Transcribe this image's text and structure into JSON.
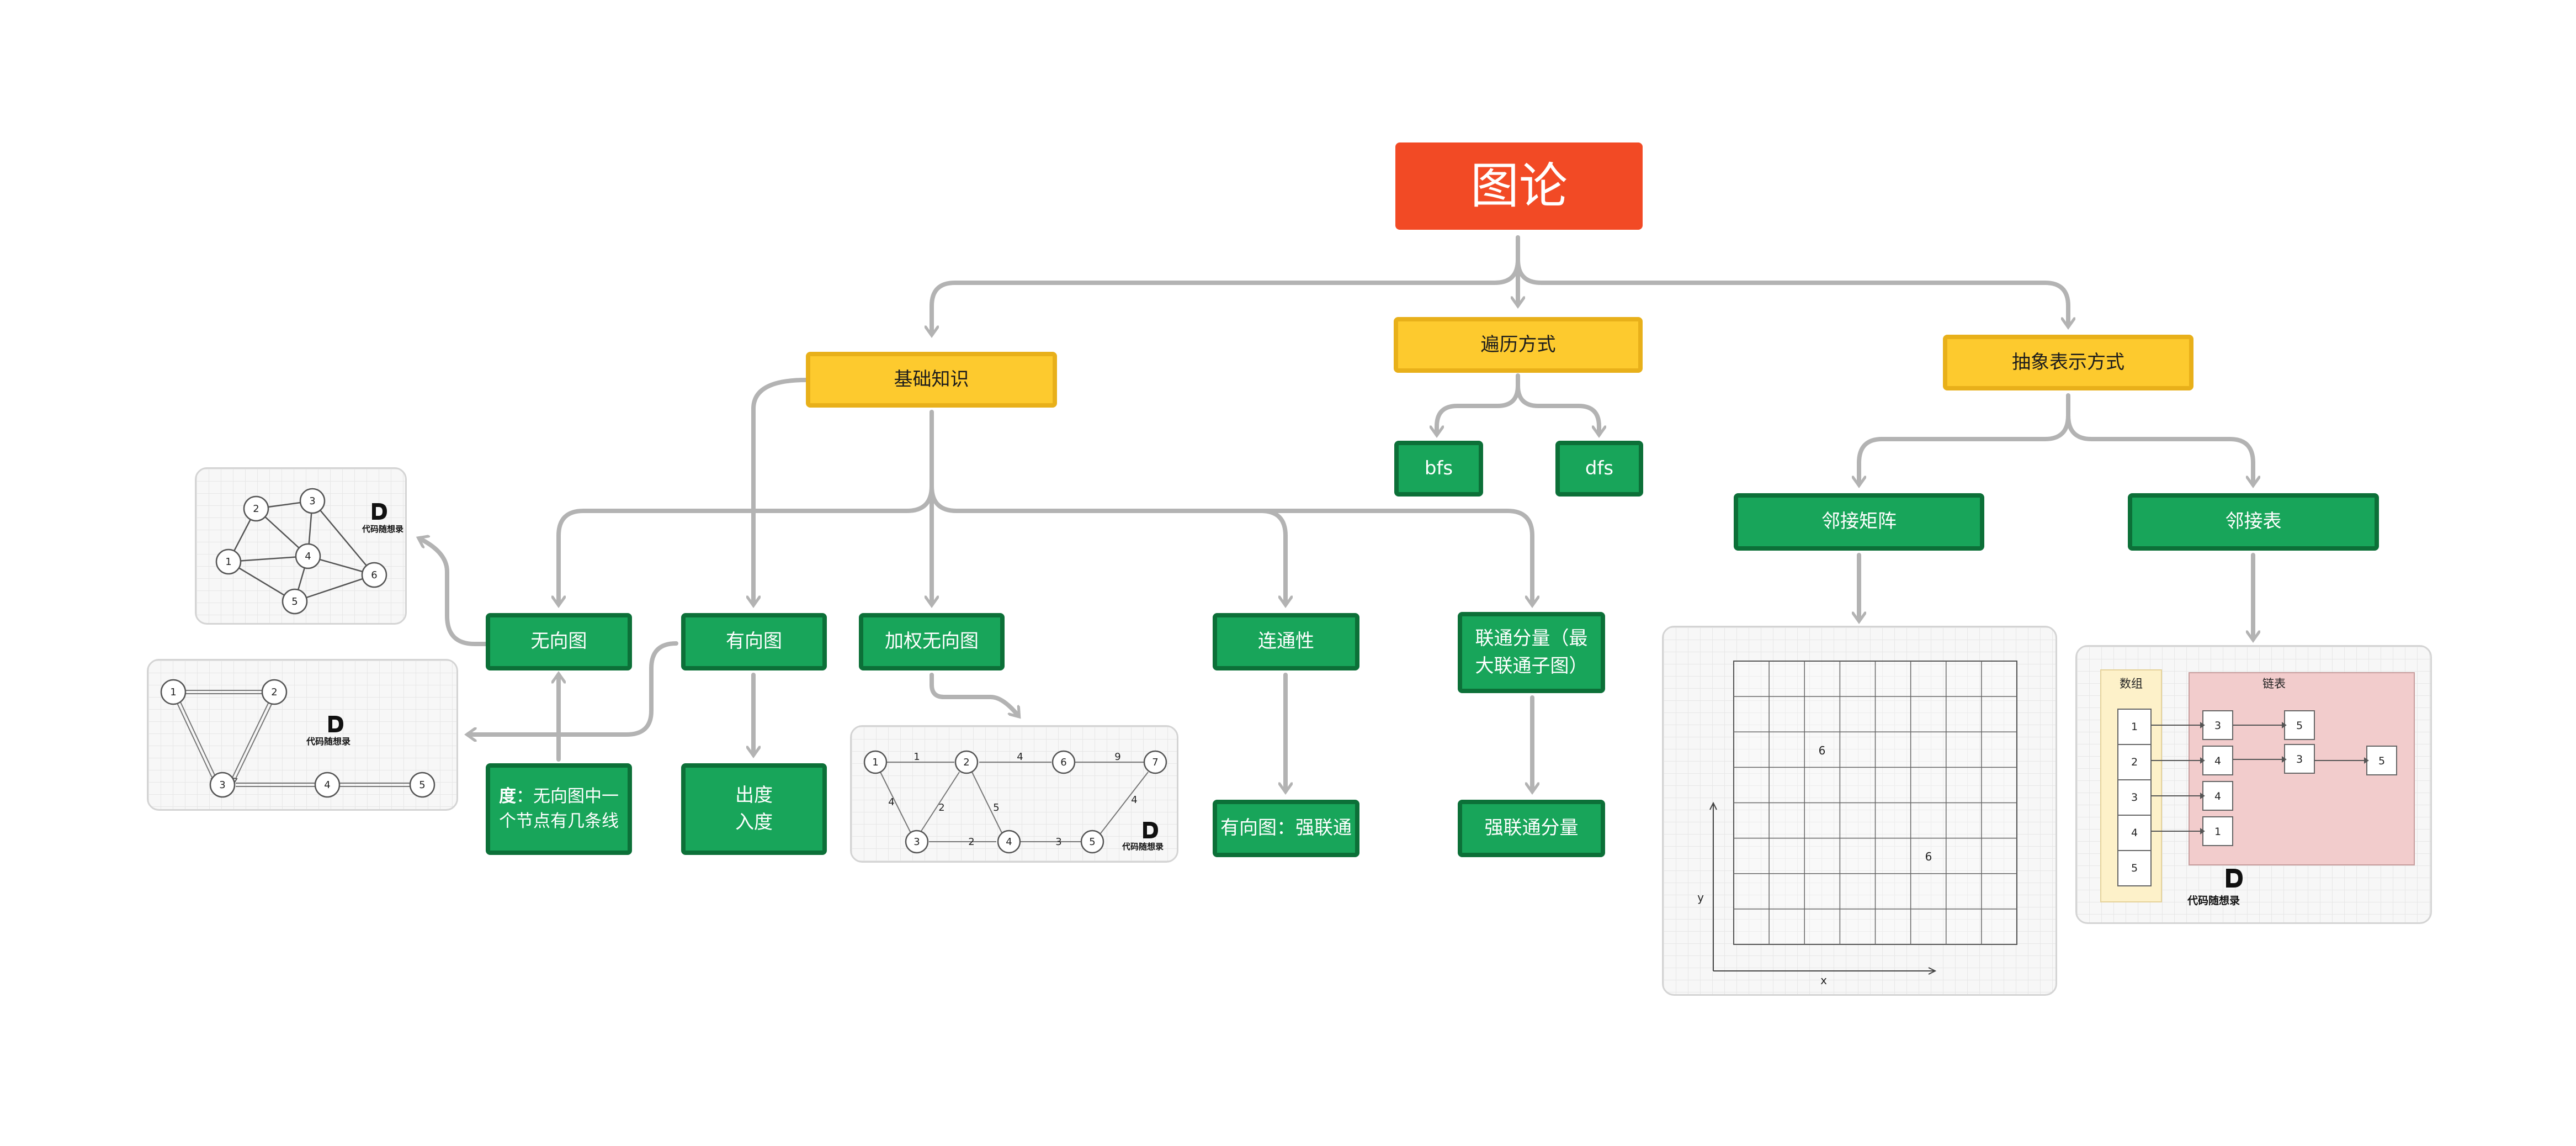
{
  "root": "图论",
  "categories": {
    "basics": "基础知识",
    "traversal": "遍历方式",
    "representation": "抽象表示方式"
  },
  "traversal_methods": [
    "bfs",
    "dfs"
  ],
  "basics_topics": {
    "undirected": "无向图",
    "directed": "有向图",
    "weighted": "加权无向图",
    "connectivity": "连通性",
    "components": "联通分量（最大联通子图）"
  },
  "details": {
    "degree_term": "度",
    "degree_text": "：无向图中一个节点有几条线",
    "out_degree": "出度",
    "in_degree": "入度",
    "strong": "有向图：强联通",
    "strong_components": "强联通分量"
  },
  "representations": {
    "matrix": "邻接矩阵",
    "list": "邻接表"
  },
  "watermark": "代码随想录",
  "undirected_example": {
    "nodes": [
      "1",
      "2",
      "3",
      "4",
      "5",
      "6"
    ]
  },
  "directed_example": {
    "nodes": [
      "1",
      "2",
      "3",
      "4",
      "5"
    ]
  },
  "weighted_example": {
    "nodes": [
      "1",
      "2",
      "3",
      "4",
      "5",
      "6",
      "7"
    ],
    "weights": [
      "1",
      "4",
      "9",
      "4",
      "2",
      "5",
      "2",
      "3",
      "4"
    ]
  },
  "matrix_example": {
    "cells": [
      "6",
      "6"
    ],
    "axis_x": "x",
    "axis_y": "y"
  },
  "list_example": {
    "array_title": "数组",
    "list_title": "链表",
    "rows": [
      "1",
      "2",
      "3",
      "4",
      "5"
    ],
    "row1": [
      "3",
      "5"
    ],
    "row2": [
      "4",
      "3",
      "5"
    ],
    "row3": [
      "4"
    ],
    "row4": [
      "1"
    ]
  },
  "colors": {
    "root": "#f24a25",
    "category": "#fdca2e",
    "leaf": "#18a55a",
    "connector": "#b3b3b3"
  }
}
